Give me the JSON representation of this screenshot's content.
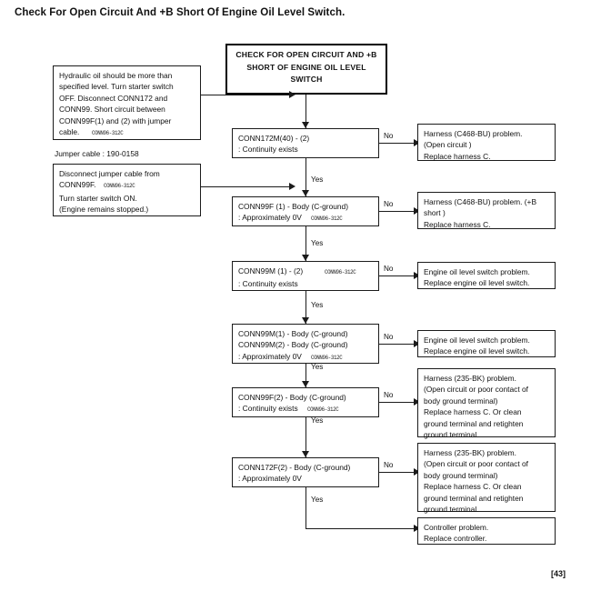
{
  "page": {
    "title": "Check For Open Circuit And +B Short Of Engine Oil Level Switch.",
    "page_number": "[43]"
  },
  "header_box": {
    "line1": "CHECK FOR OPEN CIRCUIT AND +B",
    "line2": "SHORT OF ENGINE OIL LEVEL",
    "line3": "SWITCH"
  },
  "instructions": [
    {
      "name": "instruction-box-1",
      "line1": "Hydraulic oil should be more than",
      "line2": "specified level. Turn starter switch",
      "line3": "OFF.   Disconnect CONN172 and",
      "line4": "CONN99.   Short circuit between",
      "line5": "CONN99F(1) and (2) with jumper",
      "line6": "cable.",
      "part_number": "CONN96-312C"
    },
    {
      "name": "instruction-box-2",
      "line1": "Disconnect   jumper   cable   from",
      "line2": "CONN99F.",
      "part_number": "CONN96-312C",
      "line3": "Turn starter switch ON.",
      "line4": "(Engine remains stopped.)"
    }
  ],
  "jumper_cable_label": "Jumper cable : 190-0158",
  "steps": [
    {
      "name": "step-conn172m",
      "line1": "CONN172M(40) - (2)",
      "line2": ": Continuity exists",
      "part_number": "",
      "no_label": "No",
      "yes_label": "Yes"
    },
    {
      "name": "step-conn99f-1-body",
      "line1": "CONN99F (1) - Body (C-ground)",
      "line2": ": Approximately 0V",
      "part_number": "CONN96-312C",
      "no_label": "No",
      "yes_label": "Yes"
    },
    {
      "name": "step-conn99m-1-2",
      "line1": "CONN99M (1) - (2)",
      "line2": ": Continuity exists",
      "part_number": "CONN96-312C",
      "no_label": "No",
      "yes_label": "Yes"
    },
    {
      "name": "step-conn99m-body",
      "line1": "CONN99M(1) - Body (C-ground)",
      "line2": "CONN99M(2) - Body (C-ground)",
      "line3": ": Approximately 0V",
      "part_number": "CONN96-312C",
      "no_label": "No",
      "yes_label": "Yes"
    },
    {
      "name": "step-conn99f-2-body",
      "line1": "CONN99F(2) - Body (C-ground)",
      "line2": ": Continuity exists",
      "part_number": "CONN96-312C",
      "no_label": "No",
      "yes_label": "Yes"
    },
    {
      "name": "step-conn172f-2-body",
      "line1": "CONN172F(2) - Body (C-ground)",
      "line2": ": Approximately 0V",
      "part_number": "",
      "no_label": "No",
      "yes_label": "Yes"
    }
  ],
  "results": [
    {
      "name": "result-harness-c468-open",
      "line1": "Harness    (C468-BU)    problem.",
      "line2": "(Open circuit )",
      "line3": "Replace harness C."
    },
    {
      "name": "result-harness-c468-short",
      "line1": "Harness (C468-BU) problem.  (+B",
      "line2": "short )",
      "line3": "Replace harness C."
    },
    {
      "name": "result-switch-problem-1",
      "line1": "Engine oil level switch problem.",
      "line2": "Replace engine oil level switch."
    },
    {
      "name": "result-switch-problem-2",
      "line1": "Engine oil level switch problem.",
      "line2": "Replace engine oil level switch."
    },
    {
      "name": "result-harness-235bk-1",
      "line1": "Harness     (235-BK)     problem.",
      "line2": "(Open circuit or poor contact of",
      "line3": "body ground terminal)",
      "line4": "Replace harness C.   Or clean",
      "line5": "ground  terminal  and  retighten",
      "line6": "ground terminal."
    },
    {
      "name": "result-harness-235bk-2",
      "line1": "Harness     (235-BK)     problem.",
      "line2": "(Open circuit or poor contact of",
      "line3": "body ground terminal)",
      "line4": "Replace harness C.   Or clean",
      "line5": "ground  terminal  and  retighten",
      "line6": "ground terminal."
    },
    {
      "name": "result-controller-problem",
      "line1": "Controller problem.",
      "line2": "Replace controller."
    }
  ]
}
